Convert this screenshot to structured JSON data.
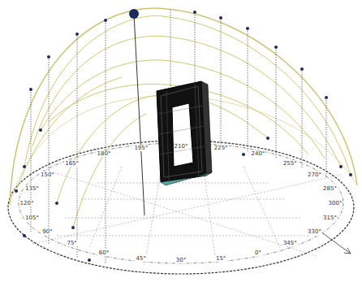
{
  "diagram": {
    "labels": [
      "120°",
      "135°",
      "150°",
      "165°",
      "180°",
      "195°",
      "210°",
      "225°",
      "240°",
      "255°",
      "270°",
      "285°",
      "300°",
      "315°",
      "330°",
      "345°",
      "0°",
      "15°",
      "30°",
      "45°",
      "60°",
      "75°",
      "90°",
      "105°"
    ]
  }
}
